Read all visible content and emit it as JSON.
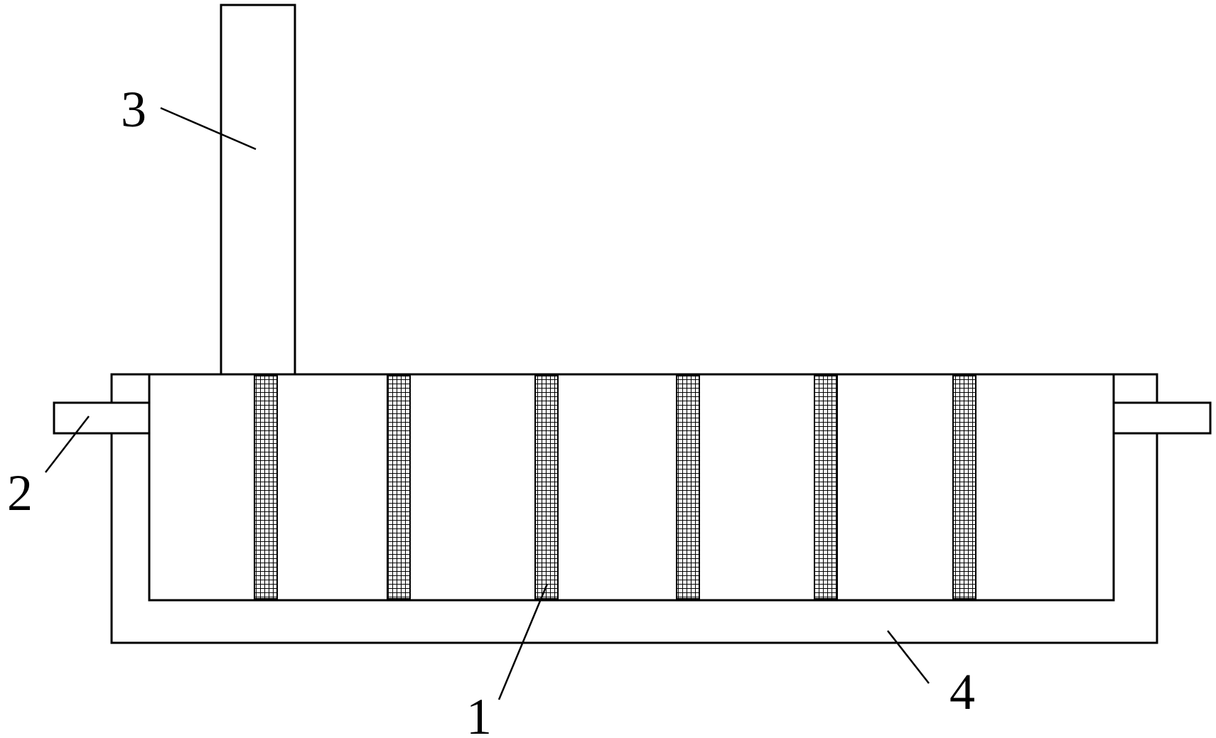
{
  "callouts": [
    {
      "id": "1",
      "text": "1"
    },
    {
      "id": "2",
      "text": "2"
    },
    {
      "id": "3",
      "text": "3"
    },
    {
      "id": "4",
      "text": "4"
    }
  ],
  "mesh_partition_count": 6,
  "colors": {
    "line": "#000000",
    "background": "#ffffff"
  }
}
